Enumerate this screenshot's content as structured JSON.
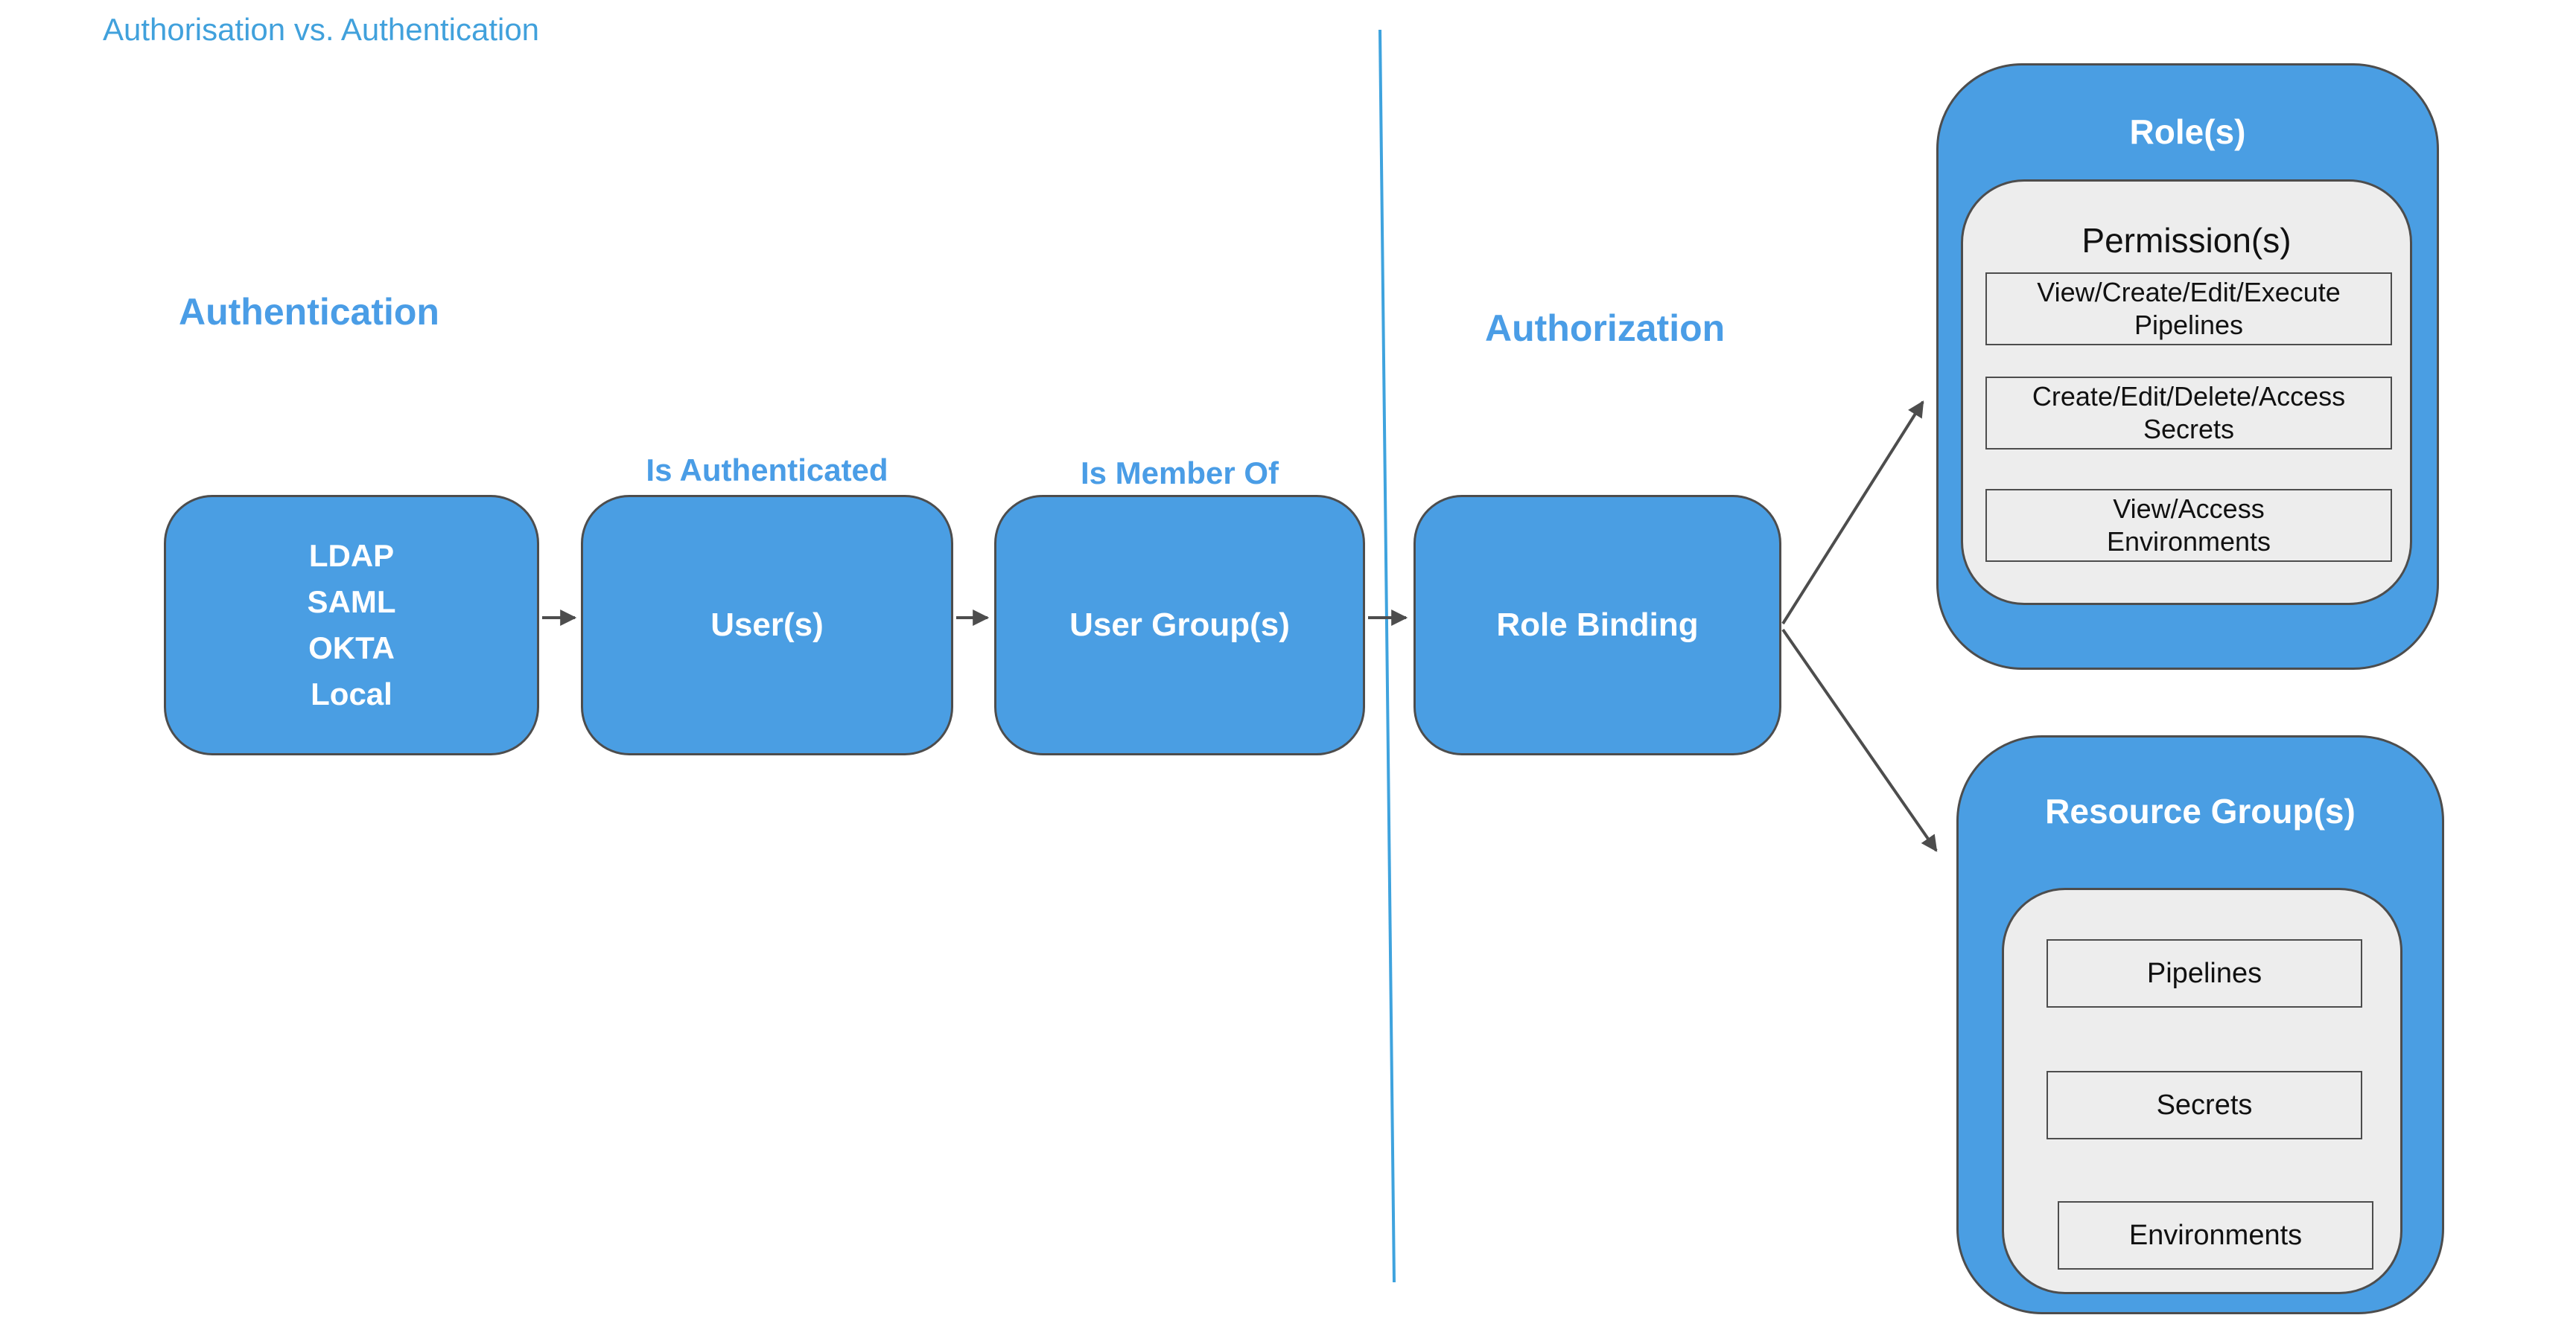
{
  "title": "Authorisation vs. Authentication",
  "colors": {
    "node_blue": "#4a9ee3",
    "blue_text": "#4a9de6",
    "divider_blue": "#3fa3de",
    "border_gray": "#4d4d4d",
    "panel_gray": "#ededed",
    "node_text_white": "#ffffff",
    "item_text_black": "#111111"
  },
  "sections": {
    "authentication": {
      "header": "Authentication"
    },
    "authorization": {
      "header": "Authorization"
    }
  },
  "flow": {
    "identity_providers": {
      "lines": [
        "LDAP",
        "SAML",
        "OKTA",
        "Local"
      ]
    },
    "users": {
      "label": "User(s)"
    },
    "user_groups": {
      "label": "User Group(s)"
    },
    "role_binding": {
      "label": "Role Binding"
    },
    "edge_labels": {
      "is_authenticated": "Is Authenticated",
      "is_member_of": "Is Member Of"
    }
  },
  "roles": {
    "header": "Role(s)",
    "permissions": {
      "header": "Permission(s)",
      "items": [
        {
          "line1": "View/Create/Edit/Execute",
          "line2": "Pipelines"
        },
        {
          "line1": "Create/Edit/Delete/Access",
          "line2": "Secrets"
        },
        {
          "line1": "View/Access",
          "line2": "Environments"
        }
      ]
    }
  },
  "resource_groups": {
    "header": "Resource Group(s)",
    "items": [
      "Pipelines",
      "Secrets",
      "Environments"
    ]
  }
}
